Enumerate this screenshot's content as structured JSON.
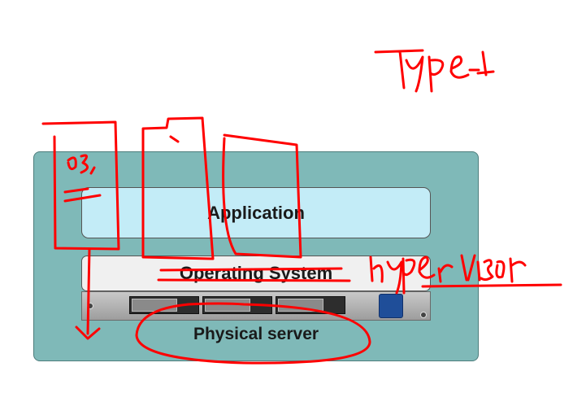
{
  "diagram": {
    "application_label": "Application",
    "os_label": "Operating System",
    "server_label": "Physical server"
  },
  "annotations": {
    "type_label": "Type-1",
    "os_note": "os,",
    "hypervisor_note": "hyper visor"
  },
  "colors": {
    "outer": "#7fb9b8",
    "application": "#c3ecf7",
    "os": "#f0f0f0",
    "ink": "#ff0000",
    "power_button": "#1f4e99"
  }
}
